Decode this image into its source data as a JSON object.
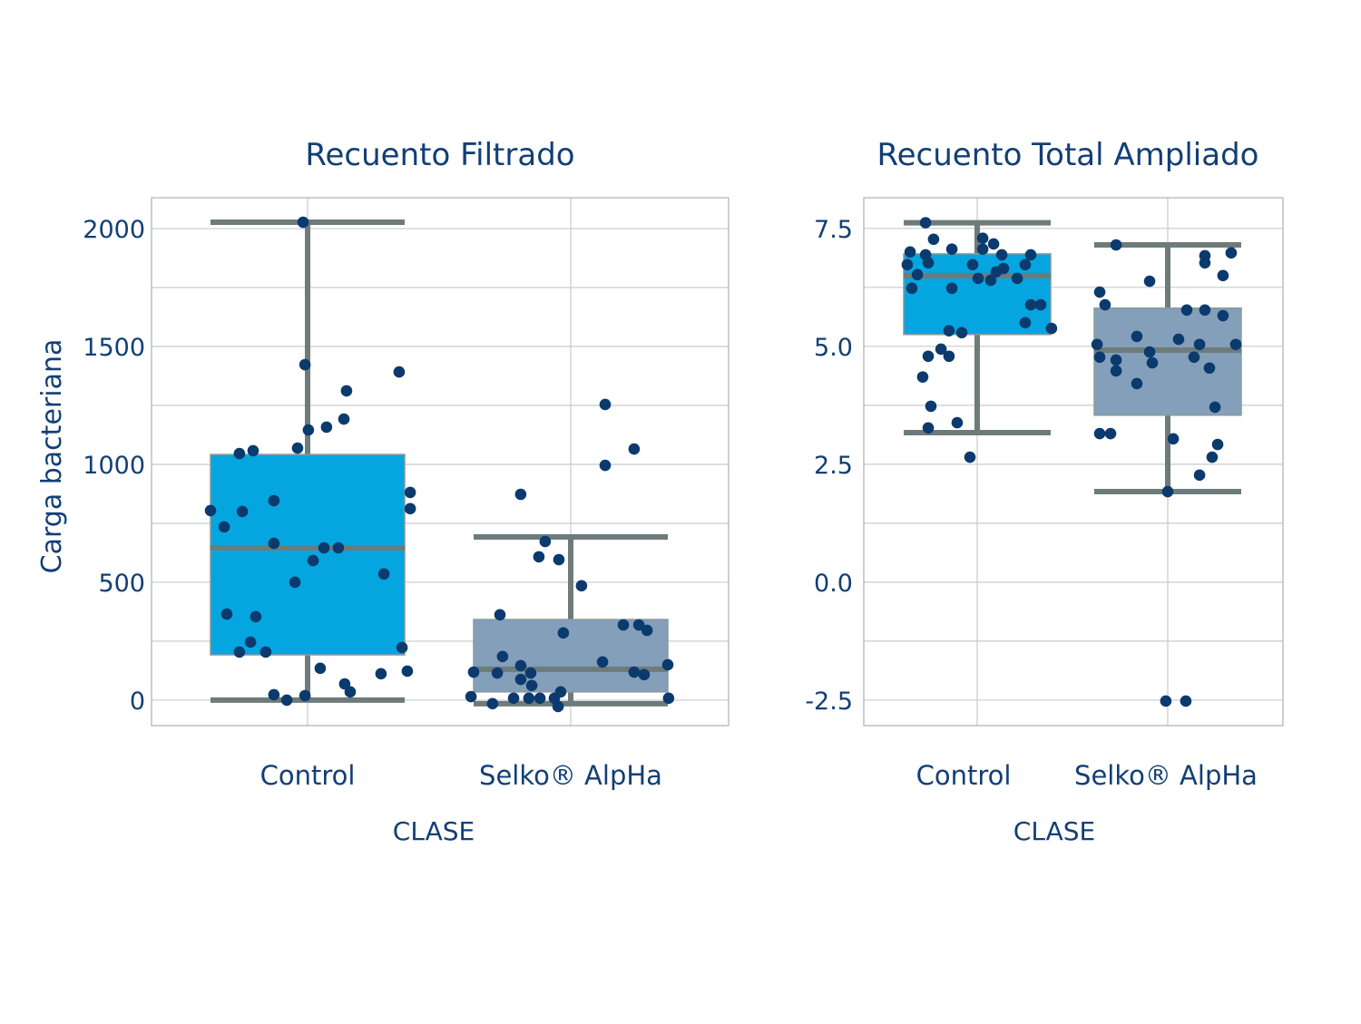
{
  "chart_data": [
    {
      "type": "box",
      "title": "Recuento Filtrado",
      "xlabel": "CLASE",
      "ylabel": "Carga bacteriana",
      "categories": [
        "Control",
        "Selko® AlpHa"
      ],
      "ylim": [
        -108,
        2131
      ],
      "yticks": [
        0,
        500,
        1000,
        1500,
        2000
      ],
      "ytick_labels": [
        "0",
        "500",
        "1000",
        "1500",
        "2000"
      ],
      "grid_step": 250,
      "grid": true,
      "boxes": [
        {
          "q1": 192,
          "median": 646,
          "q3": 1042,
          "whisker_low": 0,
          "whisker_high": 2027,
          "color": "#05a6e0"
        },
        {
          "q1": 35,
          "median": 131,
          "q3": 342,
          "whisker_low": -15,
          "whisker_high": 692,
          "color": "#849fba"
        }
      ],
      "points": [
        {
          "cat": 0,
          "jitter": [
            -0.017,
            -0.01,
            0.348,
            0.148,
            0.138,
            0.072,
            0.003,
            -0.038,
            -0.259,
            -0.207,
            0.39,
            0.39,
            -0.369,
            -0.248,
            -0.317,
            -0.128,
            -0.128,
            0.062,
            0.117,
            0.021,
            -0.048,
            0.29,
            -0.307,
            -0.197,
            -0.217,
            -0.259,
            -0.159,
            0.359,
            0.048,
            0.141,
            0.279,
            0.379,
            -0.128,
            -0.079,
            -0.01,
            0.162
          ],
          "values": [
            2027,
            1423,
            1392,
            1312,
            1192,
            1158,
            1146,
            1069,
            1046,
            1058,
            881,
            812,
            804,
            800,
            735,
            846,
            665,
            646,
            646,
            592,
            500,
            535,
            365,
            354,
            246,
            204,
            204,
            223,
            135,
            69,
            112,
            123,
            23,
            0,
            19,
            35
          ]
        },
        {
          "cat": 1,
          "jitter": [
            0.131,
            0.241,
            0.131,
            -0.19,
            -0.097,
            -0.121,
            -0.045,
            0.041,
            -0.269,
            -0.028,
            0.2,
            0.259,
            0.29,
            0.121,
            -0.259,
            0.369,
            -0.369,
            -0.279,
            -0.19,
            -0.152,
            -0.148,
            -0.19,
            0.241,
            0.279,
            -0.379,
            -0.297,
            -0.217,
            -0.159,
            -0.117,
            -0.062,
            -0.038,
            -0.048,
            0.372
          ],
          "values": [
            1254,
            1065,
            996,
            873,
            673,
            608,
            596,
            485,
            362,
            285,
            319,
            319,
            296,
            162,
            185,
            150,
            119,
            115,
            88,
            115,
            62,
            146,
            119,
            108,
            15,
            -15,
            8,
            8,
            8,
            8,
            35,
            -27,
            8
          ]
        }
      ]
    },
    {
      "type": "box",
      "title": "Recuento Total Ampliado",
      "xlabel": "CLASE",
      "categories": [
        "Control",
        "Selko® AlpHa"
      ],
      "ylim": [
        -3.04,
        8.15
      ],
      "yticks": [
        -2.5,
        0.0,
        2.5,
        5.0,
        7.5
      ],
      "ytick_labels": [
        "-2.5",
        "0.0",
        "2.5",
        "5.0",
        "7.5"
      ],
      "grid_step": 1.25,
      "grid": true,
      "boxes": [
        {
          "q1": 5.25,
          "median": 6.5,
          "q3": 6.96,
          "whisker_low": 3.17,
          "whisker_high": 7.62,
          "color": "#05a6e0"
        },
        {
          "q1": 3.54,
          "median": 4.92,
          "q3": 5.81,
          "whisker_low": 1.92,
          "whisker_high": 7.15,
          "color": "#849fba"
        }
      ],
      "points": [
        {
          "cat": 0,
          "jitter": [
            -0.271,
            -0.229,
            -0.352,
            -0.271,
            -0.133,
            0.029,
            0.086,
            0.029,
            0.129,
            0.281,
            -0.367,
            -0.257,
            -0.024,
            0.138,
            0.252,
            -0.314,
            0.1,
            0.071,
            0.005,
            0.21,
            -0.343,
            -0.133,
            0.281,
            0.333,
            0.252,
            0.39,
            -0.148,
            -0.081,
            -0.19,
            -0.257,
            -0.148,
            -0.286,
            -0.243,
            -0.105,
            -0.257,
            -0.038
          ],
          "values": [
            7.62,
            7.27,
            7.0,
            6.94,
            7.06,
            7.29,
            7.17,
            7.06,
            6.94,
            6.94,
            6.73,
            6.77,
            6.73,
            6.65,
            6.73,
            6.52,
            6.58,
            6.4,
            6.44,
            6.44,
            6.23,
            6.23,
            5.88,
            5.88,
            5.5,
            5.38,
            5.33,
            5.29,
            4.94,
            4.79,
            4.79,
            4.35,
            3.73,
            3.38,
            3.27,
            2.65
          ]
        },
        {
          "cat": 1,
          "jitter": [
            -0.271,
            0.195,
            0.195,
            0.333,
            0.29,
            -0.095,
            -0.357,
            -0.329,
            0.1,
            0.195,
            0.29,
            -0.162,
            0.057,
            -0.371,
            0.167,
            0.357,
            -0.095,
            -0.357,
            -0.271,
            0.138,
            -0.081,
            -0.271,
            0.219,
            -0.162,
            0.248,
            -0.357,
            -0.3,
            0.029,
            0.262,
            0.233,
            0.167,
            0.0,
            -0.01,
            0.095
          ],
          "values": [
            7.15,
            6.92,
            6.77,
            6.98,
            6.5,
            6.38,
            6.15,
            5.88,
            5.77,
            5.77,
            5.65,
            5.21,
            5.15,
            5.04,
            5.04,
            5.04,
            4.88,
            4.77,
            4.71,
            4.77,
            4.65,
            4.48,
            4.54,
            4.21,
            3.71,
            3.15,
            3.15,
            3.04,
            2.92,
            2.65,
            2.27,
            1.92,
            -2.52,
            -2.52
          ]
        }
      ]
    }
  ],
  "colors": {
    "dot": "#0b3a6e",
    "whisker": "#6e7b7b",
    "grid": "#c8cccc",
    "frame": "#aab0b0"
  }
}
